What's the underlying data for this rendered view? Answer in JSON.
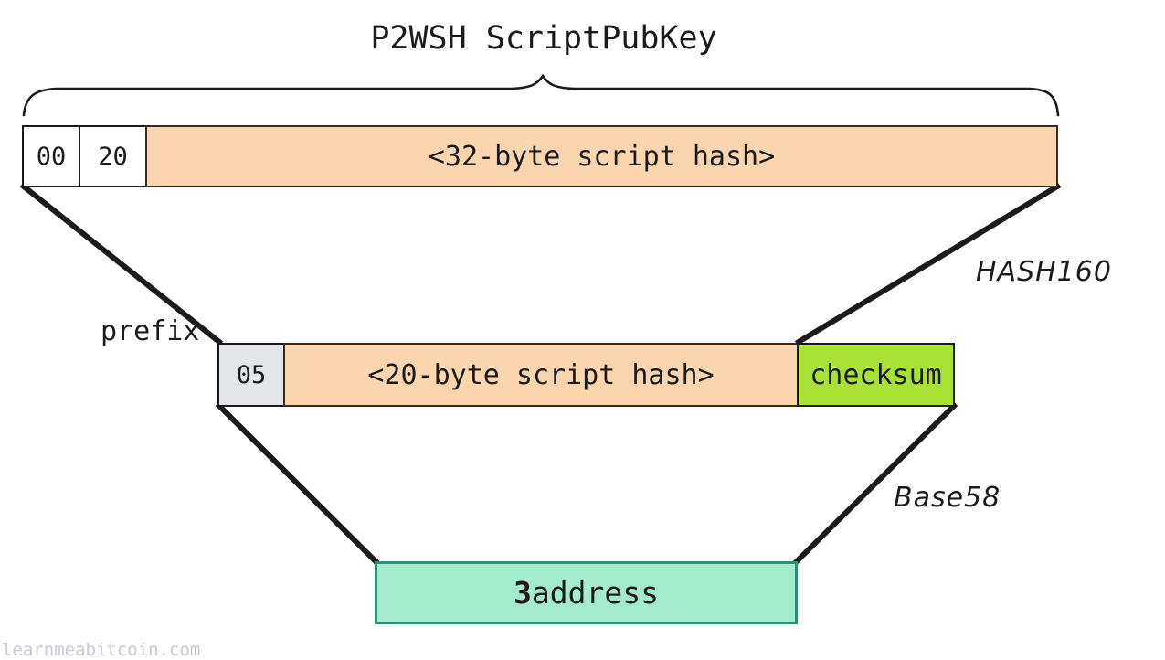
{
  "diagram": {
    "title": "P2WSH ScriptPubKey",
    "watermark": "learnmeabitcoin.com"
  },
  "scriptpubkey_row": {
    "version_byte": "00",
    "length_byte": "20",
    "payload": "<32-byte script hash>"
  },
  "base58check_row": {
    "prefix_byte": "05",
    "payload": "<20-byte script hash>",
    "checksum": "checksum"
  },
  "address_row": {
    "prefix_char": "3",
    "rest": "address"
  },
  "labels": {
    "prefix": "prefix",
    "hash160": "HASH160",
    "base58": "Base58"
  },
  "colors": {
    "payload_orange": "#fbd5ad",
    "checksum_green": "#a9e234",
    "address_mint": "#a4eacd",
    "address_border": "#2f8f72",
    "prefix_gray": "#e3e5e8",
    "stroke": "#1b1b1b",
    "watermark_gray": "#c6c8d4"
  }
}
